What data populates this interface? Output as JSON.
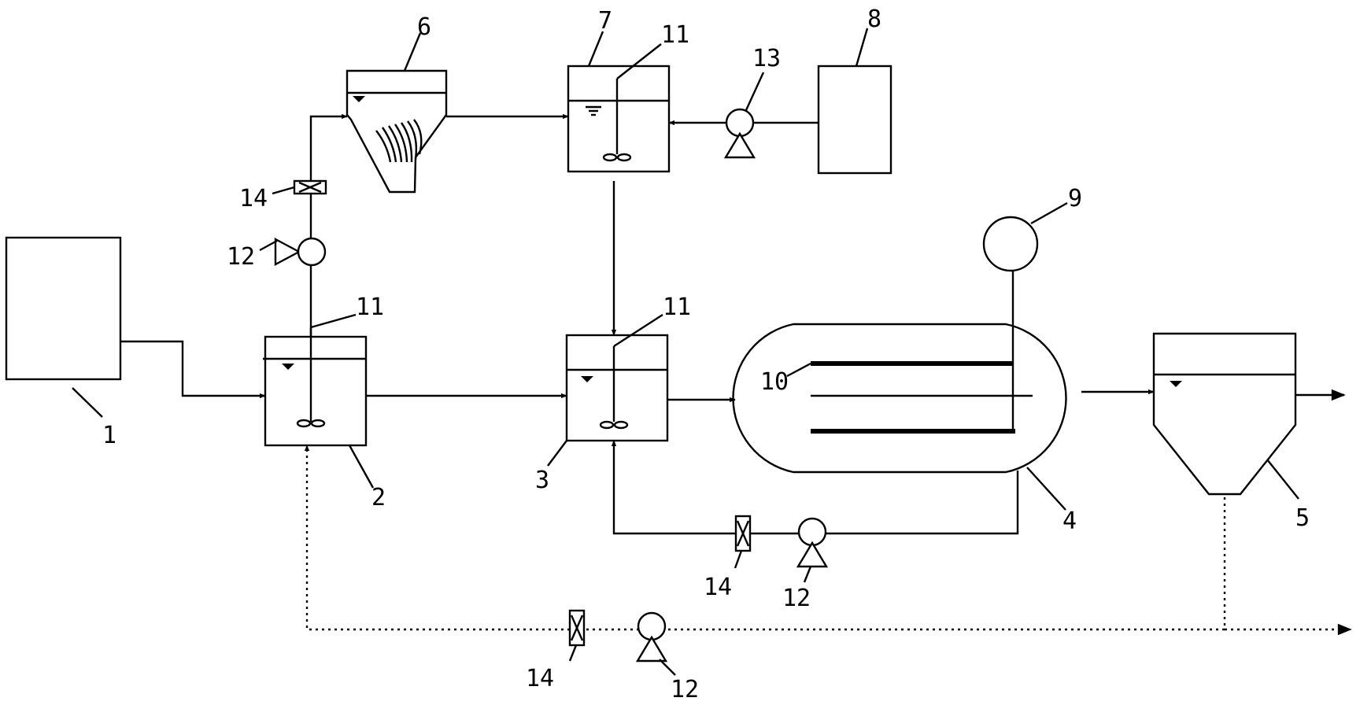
{
  "labels": {
    "l1": "1",
    "l2": "2",
    "l3": "3",
    "l4": "4",
    "l5": "5",
    "l6": "6",
    "l7": "7",
    "l8": "8",
    "l9": "9",
    "l10": "10",
    "l11a": "11",
    "l11b": "11",
    "l11c": "11",
    "l12a": "12",
    "l12b": "12",
    "l12c": "12",
    "l13": "13",
    "l14a": "14",
    "l14b": "14",
    "l14c": "14"
  }
}
